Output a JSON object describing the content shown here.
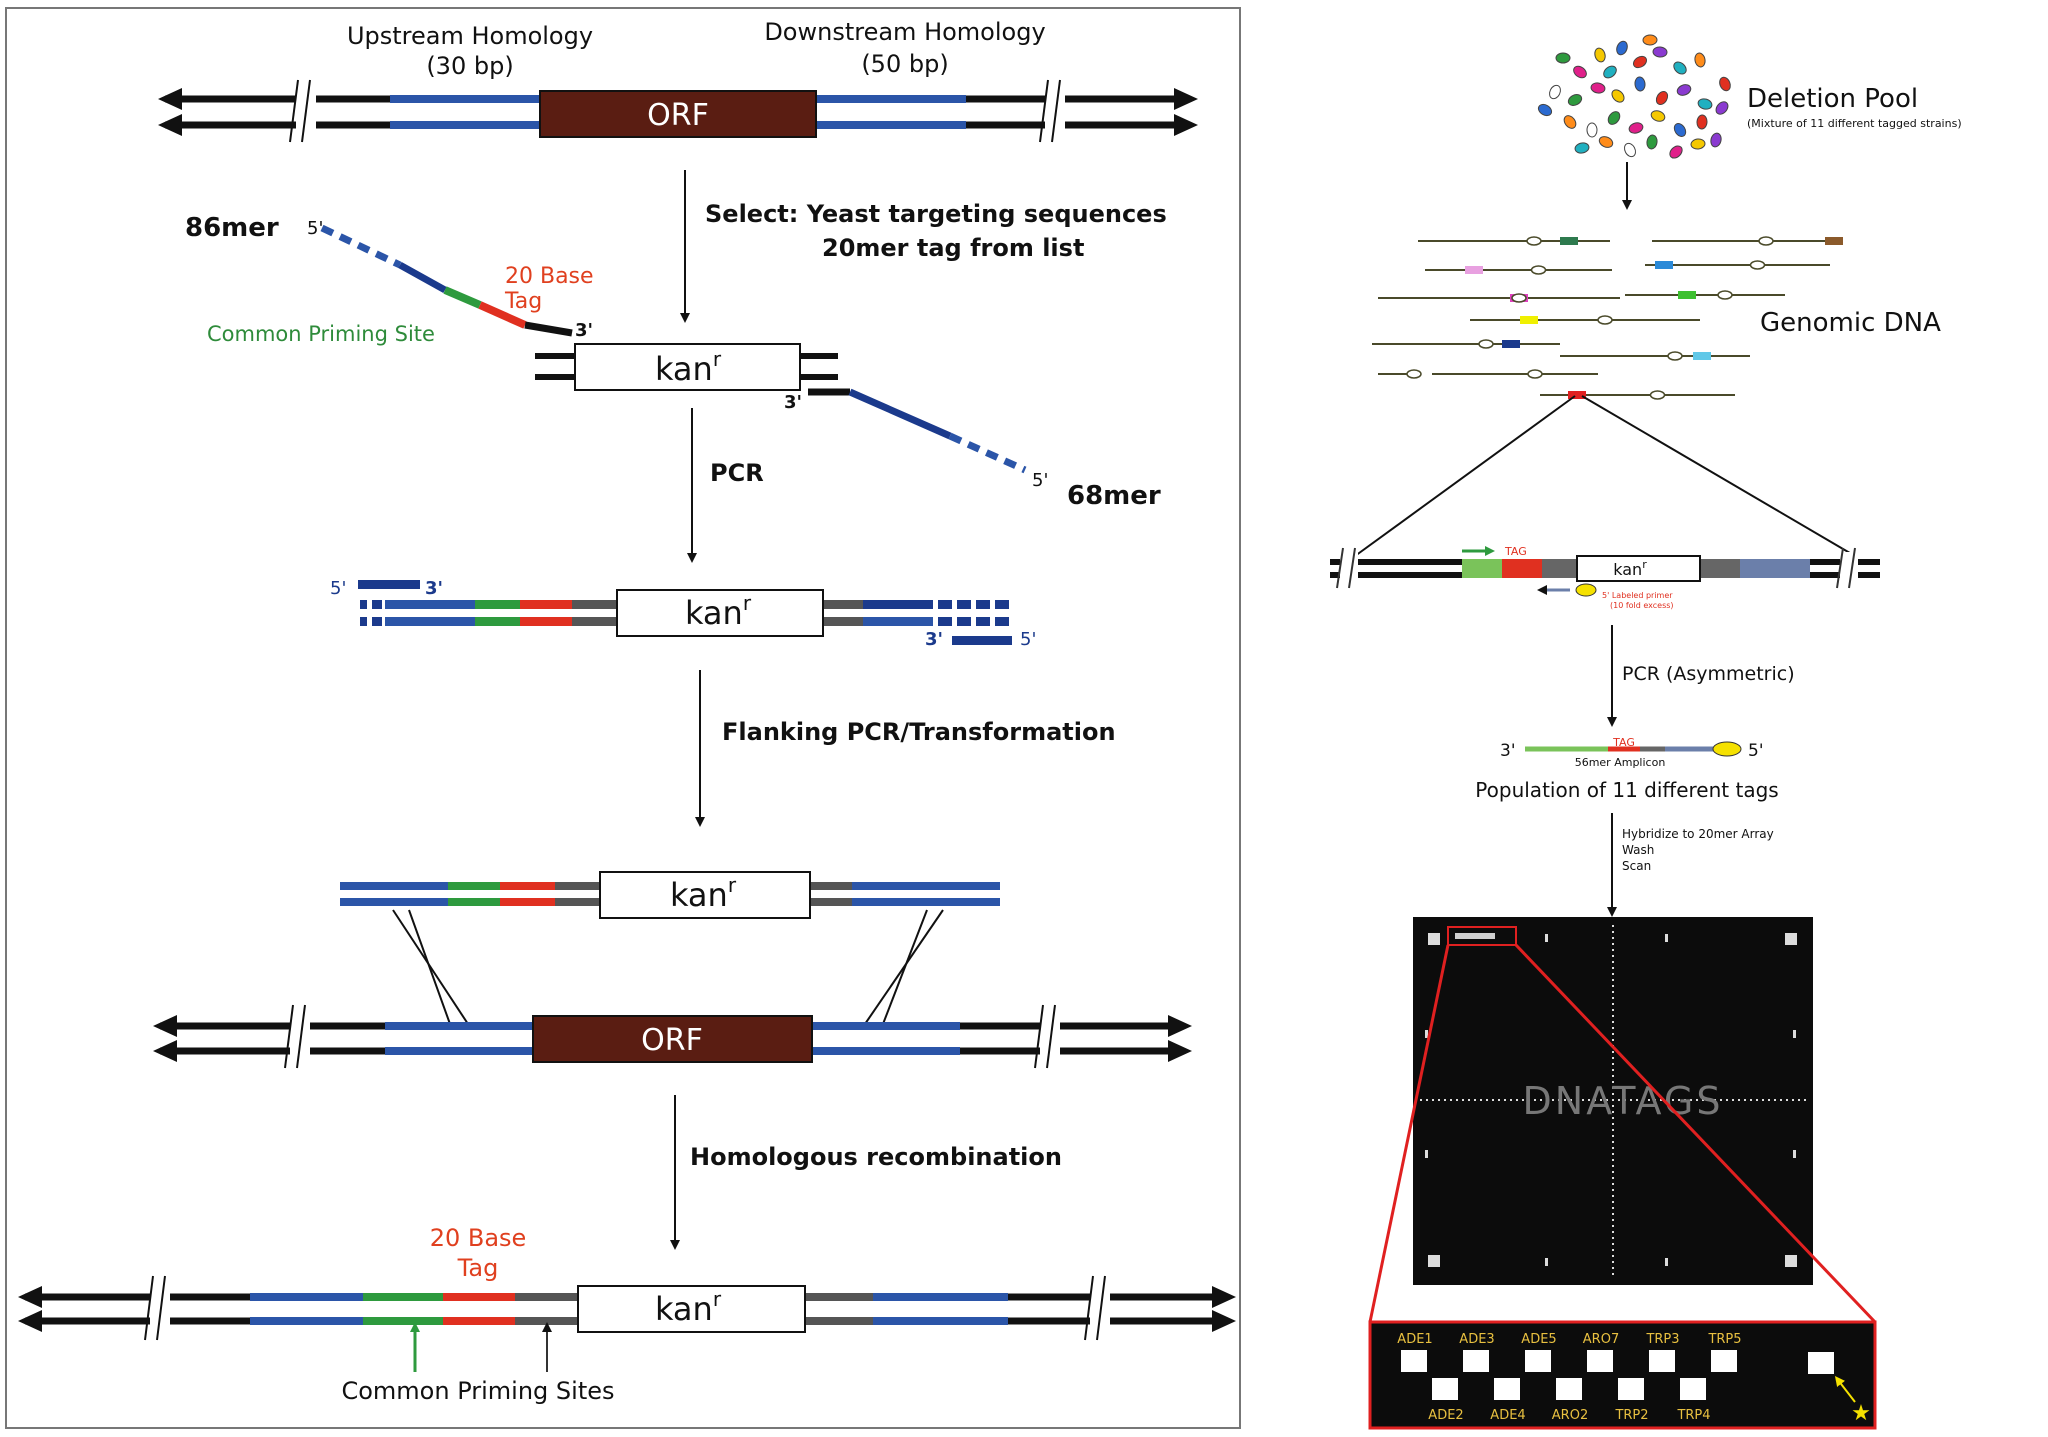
{
  "colors": {
    "blue": "#2b55a8",
    "dark_blue": "#1b3a8c",
    "green": "#2e9a3e",
    "red": "#e03020",
    "orf": "#5a1d12",
    "black": "#111111",
    "grey": "#555555",
    "red_text": "#e0401f",
    "green_text": "#2e8b3a",
    "yellow": "#f5e100",
    "gold_text": "#e8c040"
  },
  "left_panel": {
    "upstream_homology": "Upstream Homology",
    "upstream_bp": "(30 bp)",
    "downstream_homology": "Downstream Homology",
    "downstream_bp": "(50 bp)",
    "orf_label": "ORF",
    "step_select_line1": "Select: Yeast targeting sequences",
    "step_select_line2": "20mer tag from list",
    "primer_86": "86mer",
    "primer_68": "68mer",
    "tag_label_line1": "20 Base",
    "tag_label_line2": "Tag",
    "common_priming_site": "Common Priming Site",
    "kan_label": "kan",
    "kan_sup": "r",
    "five_prime": "5'",
    "three_prime": "3'",
    "step_pcr": "PCR",
    "step_flanking": "Flanking PCR/Transformation",
    "step_homologous": "Homologous recombination",
    "common_priming_sites": "Common Priming Sites"
  },
  "right_panel": {
    "deletion_pool": "Deletion Pool",
    "deletion_pool_sub": "(Mixture of 11 different tagged strains)",
    "genomic_dna": "Genomic DNA",
    "tag_small": "TAG",
    "labeled_primer_line1": "5' Labeled primer",
    "labeled_primer_line2": "(10 fold excess)",
    "step_pcr_asym": "PCR (Asymmetric)",
    "three_prime": "3'",
    "five_prime": "5'",
    "amplicon": "56mer Amplicon",
    "population": "Population of 11 different tags",
    "hybridize_line1": "Hybridize to 20mer Array",
    "hybridize_line2": "Wash",
    "hybridize_line3": "Scan",
    "array_text": "DNATAGS",
    "zoom_top_labels": [
      "ADE1",
      "ADE3",
      "ADE5",
      "ARO7",
      "TRP3",
      "TRP5"
    ],
    "zoom_bottom_labels": [
      "ADE2",
      "ADE4",
      "ARO2",
      "TRP2",
      "TRP4"
    ]
  }
}
